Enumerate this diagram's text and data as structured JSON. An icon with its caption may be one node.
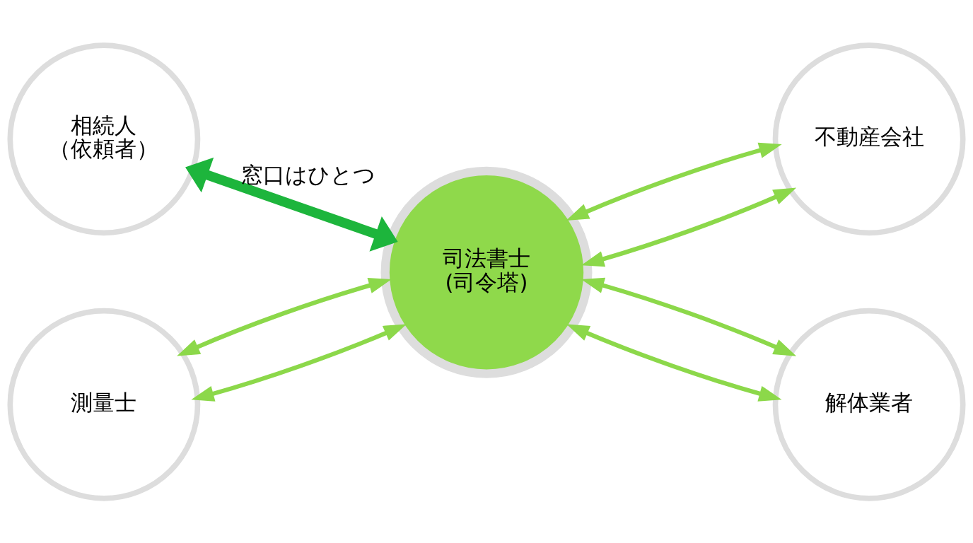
{
  "diagram": {
    "nodes": [
      {
        "text": [
          "相続人（依頼者）"
        ]
      },
      {
        "text": [
          "不動産会社"
        ]
      },
      {
        "text": [
          "司法書士(司令塔)"
        ]
      },
      {
        "text": [
          "測量士"
        ]
      },
      {
        "text": [
          "解体業者"
        ]
      }
    ],
    "edges": [
      {
        "from": 0,
        "to": 2,
        "arrow": "both",
        "label": "窓口はひとつ",
        "style": "thick",
        "color": "#1db53c"
      },
      {
        "from": 2,
        "to": 1,
        "arrow": "both"
      },
      {
        "from": 2,
        "to": 1,
        "arrow": "both"
      },
      {
        "from": 3,
        "to": 2,
        "arrow": "both"
      },
      {
        "from": 3,
        "to": 2,
        "arrow": "both"
      },
      {
        "from": 2,
        "to": 4,
        "arrow": "both"
      },
      {
        "from": 2,
        "to": 4,
        "arrow": "both"
      }
    ]
  }
}
